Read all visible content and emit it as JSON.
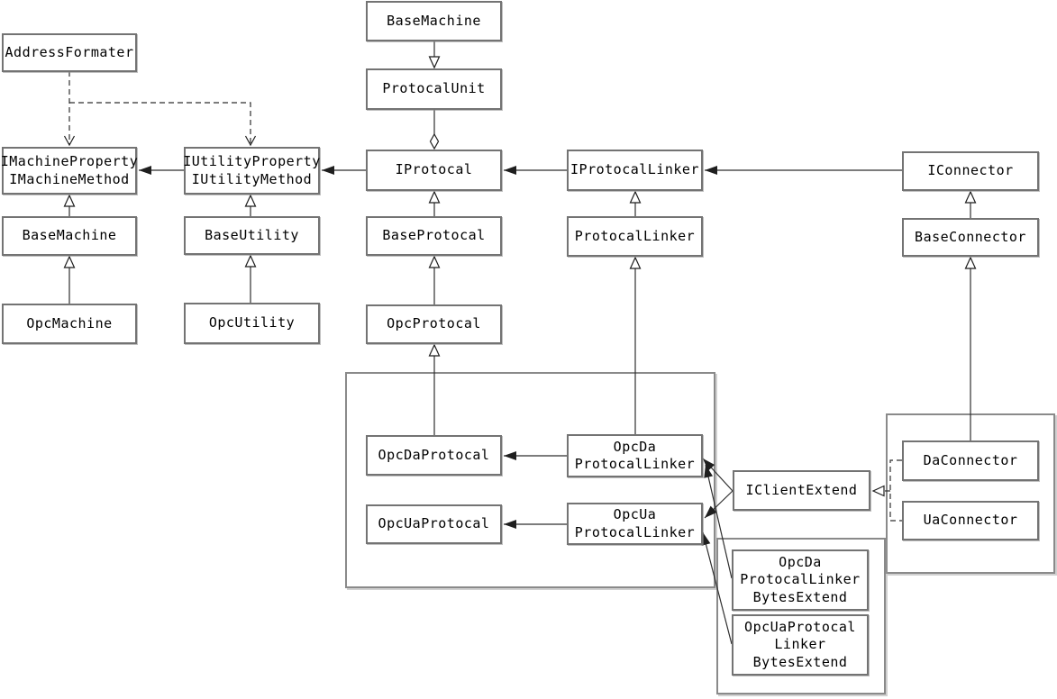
{
  "diagram": {
    "colors": {
      "background": "#ffffff",
      "box_border": "#737373",
      "line": "#2e2e2e",
      "text": "#000000"
    },
    "nodes": {
      "addressFormater": {
        "label": "AddressFormater"
      },
      "iMachineProperty": {
        "label": "IMachineProperty\nIMachineMethod"
      },
      "iUtilityProperty": {
        "label": "IUtilityProperty\nIUtilityMethod"
      },
      "baseMachineTop": {
        "label": "BaseMachine"
      },
      "protocalUnit": {
        "label": "ProtocalUnit"
      },
      "iProtocal": {
        "label": "IProtocal"
      },
      "iProtocalLinker": {
        "label": "IProtocalLinker"
      },
      "iConnector": {
        "label": "IConnector"
      },
      "baseMachineLeft": {
        "label": "BaseMachine"
      },
      "baseUtility": {
        "label": "BaseUtility"
      },
      "baseProtocal": {
        "label": "BaseProtocal"
      },
      "protocalLinker": {
        "label": "ProtocalLinker"
      },
      "baseConnector": {
        "label": "BaseConnector"
      },
      "opcMachine": {
        "label": "OpcMachine"
      },
      "opcUtility": {
        "label": "OpcUtility"
      },
      "opcProtocal": {
        "label": "OpcProtocal"
      },
      "opcDaProtocal": {
        "label": "OpcDaProtocal"
      },
      "opcUaProtocal": {
        "label": "OpcUaProtocal"
      },
      "opcDaProtocalLinker": {
        "label": "OpcDa\nProtocalLinker"
      },
      "opcUaProtocalLinker": {
        "label": "OpcUa\nProtocalLinker"
      },
      "iClientExtend": {
        "label": "IClientExtend"
      },
      "daConnector": {
        "label": "DaConnector"
      },
      "uaConnector": {
        "label": "UaConnector"
      },
      "opcDaProtocalLinkerBytesExtend": {
        "label": "OpcDa\nProtocalLinker\nBytesExtend"
      },
      "opcUaProtocalLinkerBytesExtend": {
        "label": "OpcUaProtocal\nLinker\nBytesExtend"
      }
    },
    "edges": [
      {
        "from": "OpcMachine",
        "to": "BaseMachine",
        "type": "generalization"
      },
      {
        "from": "BaseMachine",
        "to": "IMachineProperty IMachineMethod",
        "type": "generalization"
      },
      {
        "from": "OpcUtility",
        "to": "BaseUtility",
        "type": "generalization"
      },
      {
        "from": "BaseUtility",
        "to": "IUtilityProperty IUtilityMethod",
        "type": "generalization"
      },
      {
        "from": "OpcProtocal",
        "to": "BaseProtocal",
        "type": "generalization"
      },
      {
        "from": "BaseProtocal",
        "to": "IProtocal",
        "type": "generalization"
      },
      {
        "from": "OpcDaProtocal",
        "to": "OpcProtocal",
        "type": "generalization"
      },
      {
        "from": "ProtocalLinker",
        "to": "IProtocalLinker",
        "type": "generalization"
      },
      {
        "from": "OpcDa ProtocalLinker",
        "to": "ProtocalLinker",
        "type": "generalization"
      },
      {
        "from": "BaseConnector",
        "to": "IConnector",
        "type": "generalization"
      },
      {
        "from": "DaConnector",
        "to": "BaseConnector",
        "type": "generalization"
      },
      {
        "from": "BaseMachine",
        "to": "ProtocalUnit",
        "type": "generalization-down"
      },
      {
        "from": "ProtocalUnit",
        "to": "IProtocal",
        "type": "aggregation"
      },
      {
        "from": "IProtocal",
        "to": "IUtilityProperty IUtilityMethod",
        "type": "association"
      },
      {
        "from": "IUtilityProperty IUtilityMethod",
        "to": "IMachineProperty IMachineMethod",
        "type": "association"
      },
      {
        "from": "IProtocalLinker",
        "to": "IProtocal",
        "type": "association"
      },
      {
        "from": "IConnector",
        "to": "IProtocalLinker",
        "type": "association"
      },
      {
        "from": "OpcDa ProtocalLinker",
        "to": "OpcDaProtocal",
        "type": "association"
      },
      {
        "from": "OpcUa ProtocalLinker",
        "to": "OpcUaProtocal",
        "type": "association"
      },
      {
        "from": "IClientExtend",
        "to": "OpcDa ProtocalLinker",
        "type": "association"
      },
      {
        "from": "IClientExtend",
        "to": "OpcUa ProtocalLinker",
        "type": "association"
      },
      {
        "from": "OpcDa ProtocalLinker BytesExtend",
        "to": "OpcDa ProtocalLinker",
        "type": "association"
      },
      {
        "from": "OpcUaProtocal Linker BytesExtend",
        "to": "OpcUa ProtocalLinker",
        "type": "association"
      },
      {
        "from": "AddressFormater",
        "to": "IMachineProperty IMachineMethod",
        "type": "dependency"
      },
      {
        "from": "AddressFormater",
        "to": "IUtilityProperty IUtilityMethod",
        "type": "dependency"
      },
      {
        "from": "DaConnector",
        "to": "IClientExtend",
        "type": "realization"
      },
      {
        "from": "UaConnector",
        "to": "IClientExtend",
        "type": "realization"
      }
    ]
  }
}
